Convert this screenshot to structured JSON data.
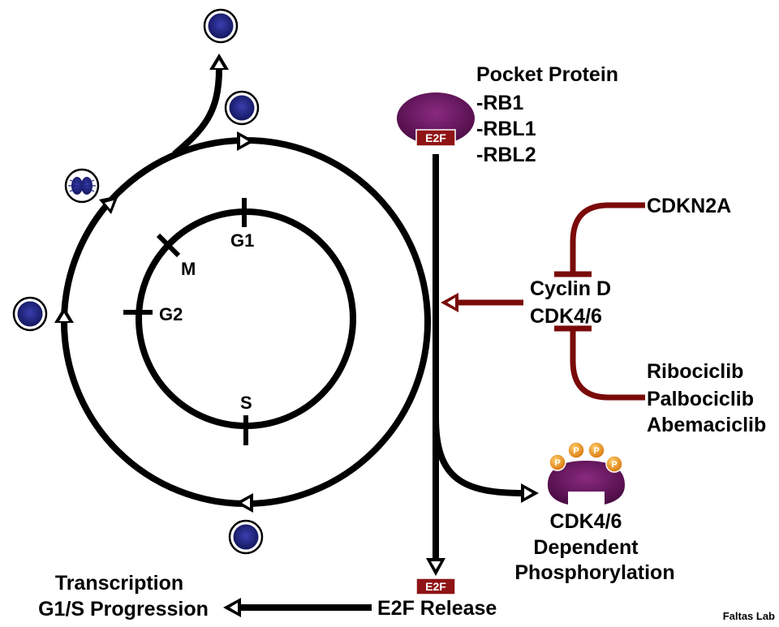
{
  "cycle": {
    "phases": {
      "g1": "G1",
      "s": "S",
      "g2": "G2",
      "m": "M"
    }
  },
  "pocket_protein": {
    "title": "Pocket Protein",
    "members": [
      "-RB1",
      "-RBL1",
      "-RBL2"
    ],
    "tag": "E2F"
  },
  "regulators": {
    "inhibitor": "CDKN2A",
    "complex": [
      "Cyclin D",
      "CDK4/6"
    ],
    "drugs": [
      "Ribociclib",
      "Palbociclib",
      "Abemaciclib"
    ]
  },
  "phosphorylation": {
    "phospho_label": "P",
    "caption": [
      "CDK4/6",
      "Dependent",
      "Phosphorylation"
    ]
  },
  "release": {
    "tag": "E2F",
    "label": "E2F Release",
    "outcome": [
      "Transcription",
      "G1/S Progression"
    ]
  },
  "credit": "Faltas Lab",
  "colors": {
    "line": "#000000",
    "inhibit": "#7a0a0a",
    "pocket_protein": "#6b1562",
    "e2f_tag": "#8f1416",
    "cell_nucleus": "#1f2380",
    "phosphate": "#ef9b1f"
  }
}
